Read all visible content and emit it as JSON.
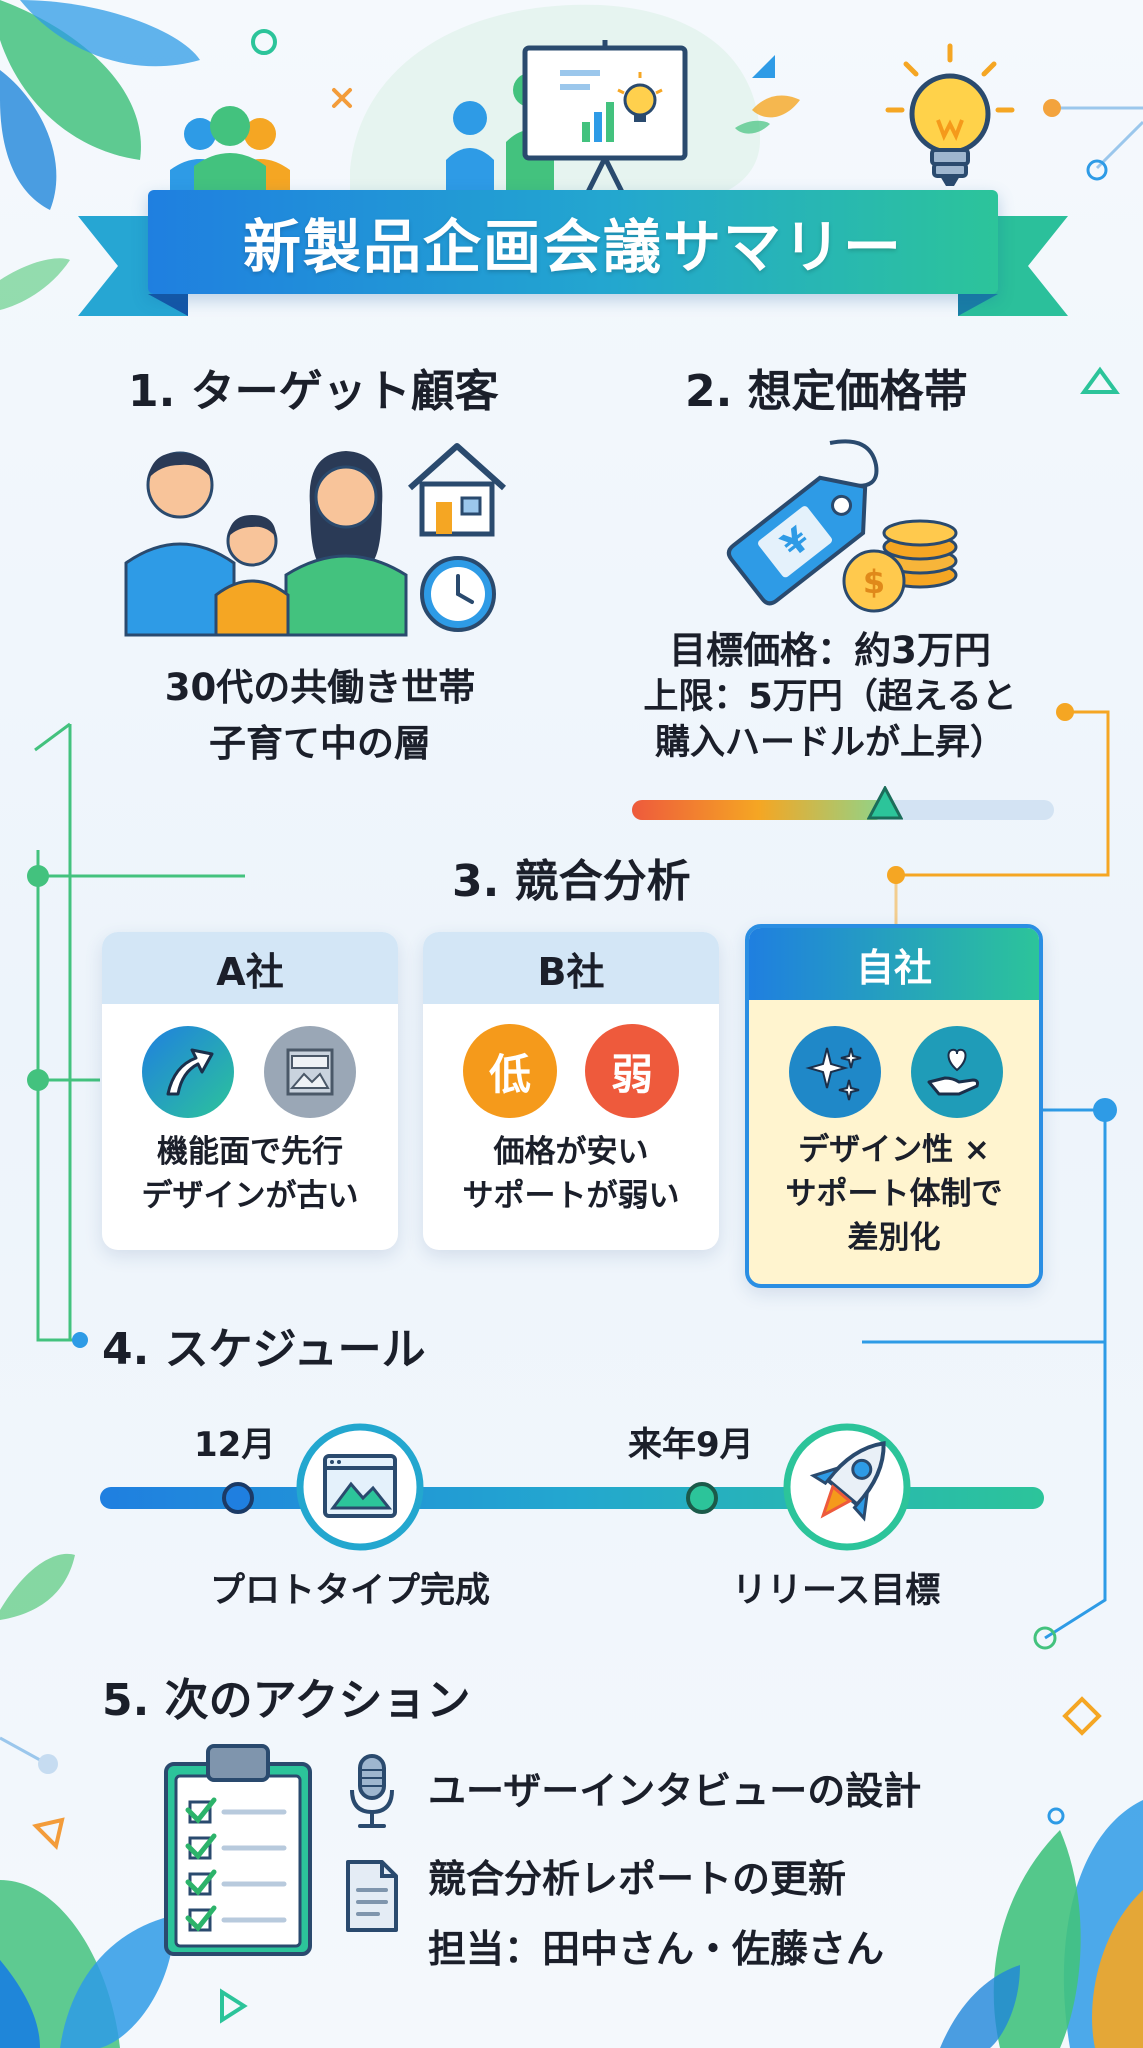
{
  "title": "新製品企画会議サマリー",
  "sections": {
    "target": {
      "heading": "1. ターゲット顧客",
      "lines": [
        "30代の共働き世帯",
        "子育て中の層"
      ]
    },
    "price": {
      "heading": "2. 想定価格帯",
      "target_line": "目標価格：約3万円",
      "limit_line1": "上限：5万円（超えると",
      "limit_line2": "購入ハードルが上昇）",
      "currency_icon_glyph": "¥",
      "coin_glyph": "$",
      "target_position_fraction": 0.6
    },
    "competition": {
      "heading": "3. 競合分析",
      "cards": [
        {
          "name": "A社",
          "lines": [
            "機能面で先行",
            "デザインが古い"
          ]
        },
        {
          "name": "B社",
          "lines": [
            "価格が安い",
            "サポートが弱い"
          ],
          "badges": [
            "低",
            "弱"
          ]
        },
        {
          "name": "自社",
          "lines": [
            "デザイン性 ×",
            "サポート体制で",
            "差別化"
          ]
        }
      ]
    },
    "schedule": {
      "heading": "4. スケジュール",
      "milestones": [
        {
          "date": "12月",
          "label": "プロトタイプ完成"
        },
        {
          "date": "来年9月",
          "label": "リリース目標"
        }
      ]
    },
    "actions": {
      "heading": "5. 次のアクション",
      "items": [
        "ユーザーインタビューの設計",
        "競合分析レポートの更新"
      ],
      "owner": "担当：田中さん・佐藤さん"
    }
  },
  "colors": {
    "blue": "#1f7fe0",
    "teal": "#23a7cf",
    "green": "#2cc49a",
    "orange": "#f5a623",
    "red": "#ee5a3c",
    "card_head": "#d3e6f6",
    "own_card_bg": "#fff4cf"
  }
}
